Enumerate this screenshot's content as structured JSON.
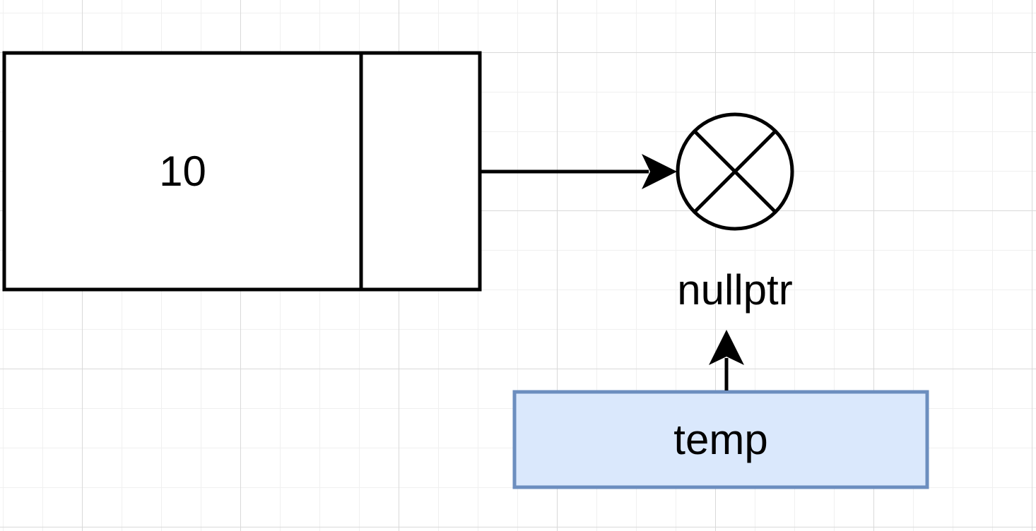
{
  "node": {
    "value": "10"
  },
  "null_node": {
    "label": "nullptr"
  },
  "temp": {
    "label": "temp"
  },
  "colors": {
    "stroke": "#000000",
    "grid_major": "#d9d9d9",
    "grid_minor": "#f0f0f0",
    "temp_fill": "#dae8fc",
    "temp_stroke": "#6c8ebf"
  },
  "icons": {
    "null_symbol": "circle-x-icon",
    "arrow_head": "arrowhead-icon"
  }
}
